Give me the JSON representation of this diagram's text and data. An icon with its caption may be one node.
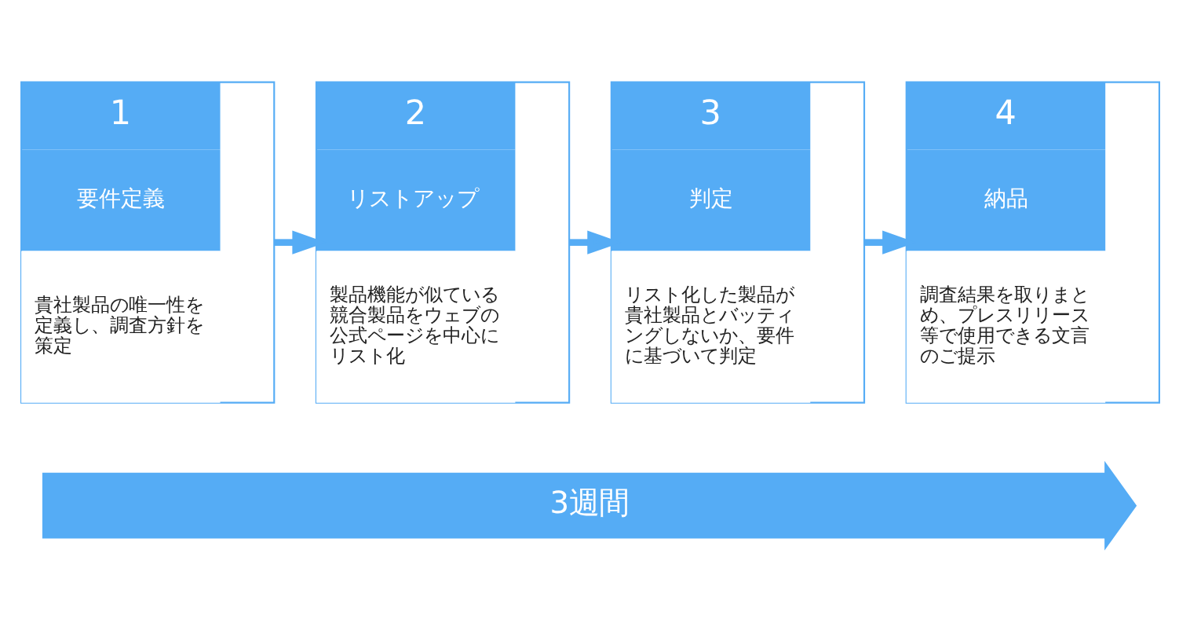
{
  "diagram": {
    "nodes": [
      {
        "text": [
          "1",
          "要件定義",
          "貴社製品の唯一性を定義し、調査方針を策定"
        ]
      },
      {
        "text": [
          "2",
          "リストアップ",
          "製品機能が似ている競合製品をウェブの公式ページを中心にリスト化"
        ]
      },
      {
        "text": [
          "3",
          "判定",
          "リスト化した製品が貴社製品とバッティングしないか、要件に基づいて判定"
        ]
      },
      {
        "text": [
          "4",
          "納品",
          "調査結果を取りまとめ、プレスリリース等で使用できる文言のご提示"
        ]
      },
      {
        "text": [
          "3週間"
        ]
      }
    ],
    "edges": [
      {
        "from": 0,
        "to": 1,
        "arrow": "to"
      },
      {
        "from": 1,
        "to": 2,
        "arrow": "to"
      },
      {
        "from": 2,
        "to": 3,
        "arrow": "to"
      }
    ]
  }
}
